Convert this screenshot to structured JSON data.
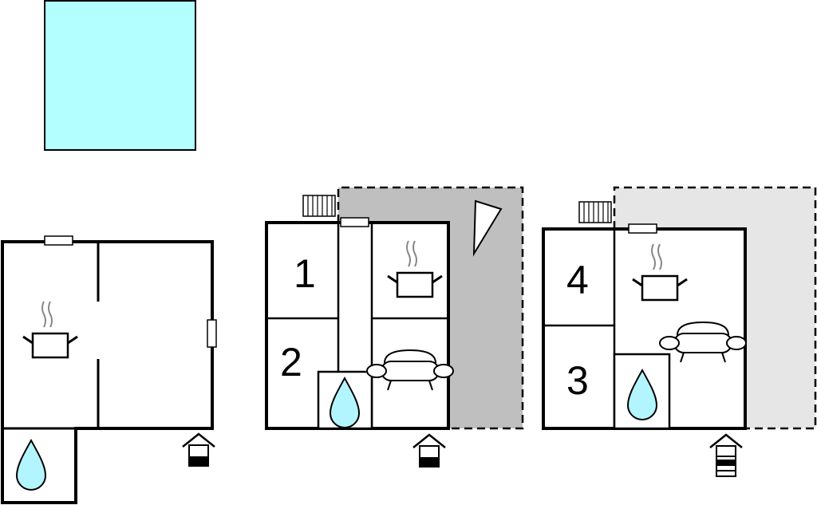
{
  "colors": {
    "pool": "#b3ffff",
    "water": "#b3f5ff",
    "terrace_dark": "#bfbfbf",
    "terrace_light": "#e6e6e6",
    "wall": "#000000",
    "window": "#ffffff"
  },
  "icons": {
    "kitchen": "cooking-pot-icon",
    "sofa": "sofa-icon",
    "bathroom": "water-drop-icon",
    "entrance": "house-entrance-icon",
    "radiator": "radiator-icon",
    "pool": "pool-icon"
  },
  "rooms": {
    "middle": {
      "bedroom_top": "1",
      "bedroom_bottom": "2"
    },
    "right": {
      "bedroom_top": "4",
      "bedroom_bottom": "3"
    }
  }
}
